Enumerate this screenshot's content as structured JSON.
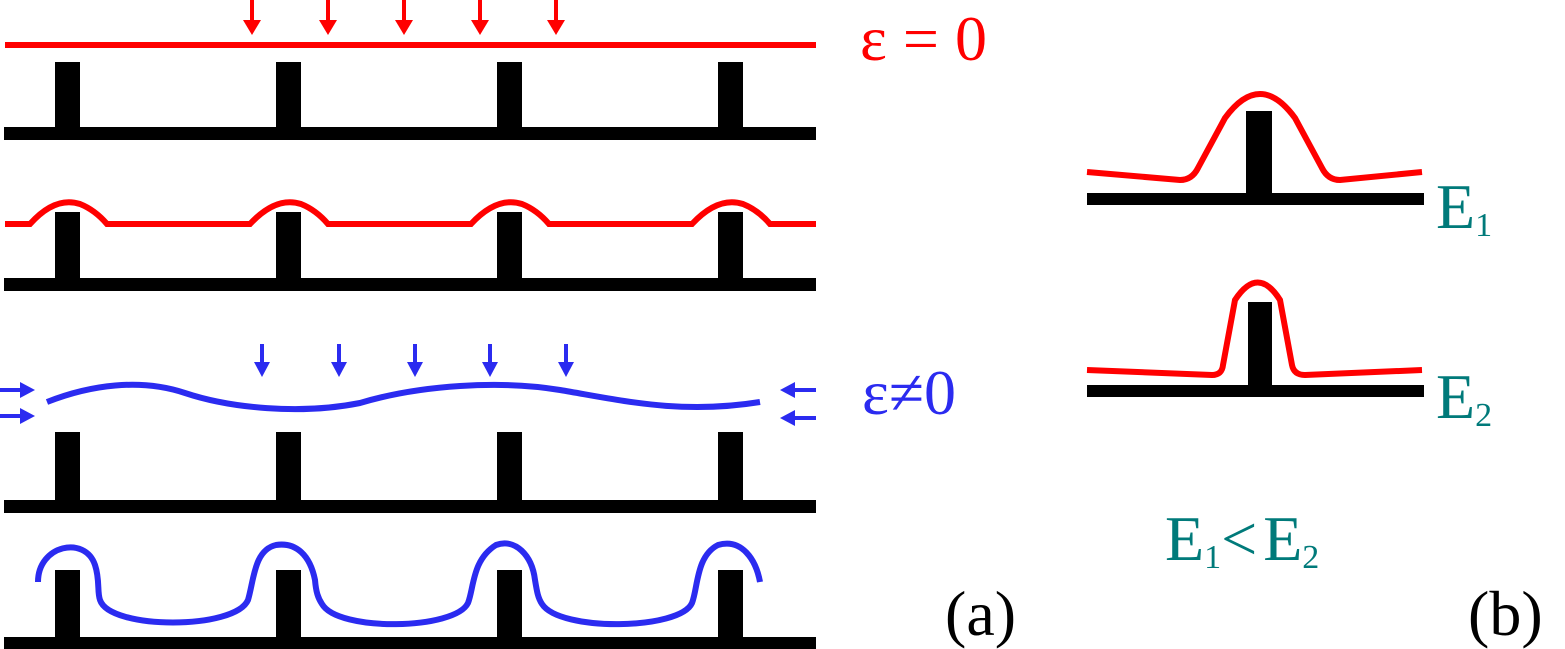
{
  "colors": {
    "red": "#ff0000",
    "blue": "#2b2bf0",
    "black": "#000000",
    "teal": "#007a7a"
  },
  "labels": {
    "eps_zero": "ε = 0",
    "eps_nonzero": "ε≠0",
    "panel_a": "(a)",
    "panel_b": "(b)",
    "e1_symbol": "E",
    "e1_sub": "1",
    "e2_symbol": "E",
    "e2_sub": "2",
    "relation": {
      "left_symbol": "E",
      "left_sub": "1",
      "operator": "<",
      "right_symbol": "E",
      "right_sub": "2"
    }
  }
}
